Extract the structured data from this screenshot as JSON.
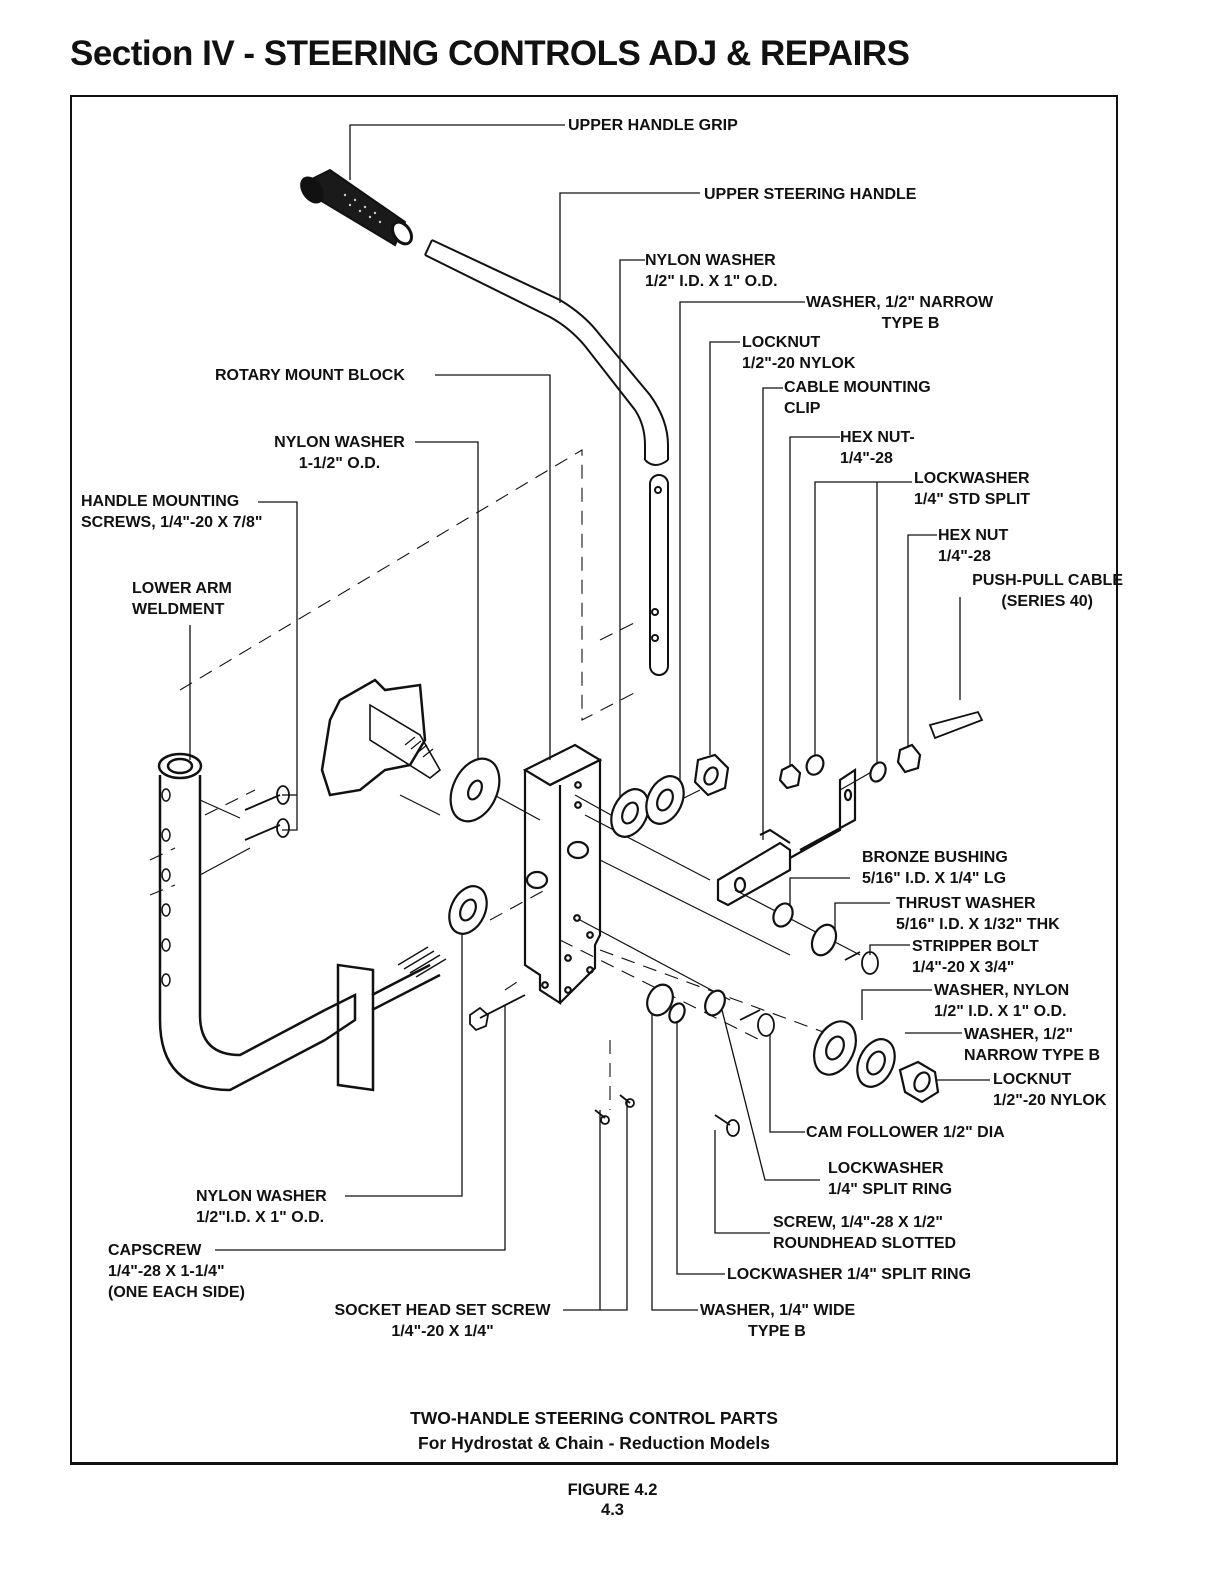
{
  "page": {
    "section_title": "Section IV - STEERING CONTROLS ADJ & REPAIRS",
    "figure_caption": {
      "line1": "TWO-HANDLE STEERING CONTROL PARTS",
      "line2": "For Hydrostat & Chain - Reduction Models"
    },
    "figure_number": "FIGURE 4.2",
    "page_number": "4.3"
  },
  "parts": {
    "upper_handle_grip": {
      "line1": "UPPER HANDLE GRIP"
    },
    "upper_steering_handle": {
      "line1": "UPPER STEERING HANDLE"
    },
    "nylon_washer_top": {
      "line1": "NYLON WASHER",
      "line2": "1/2\" I.D. X 1\" O.D."
    },
    "washer_half_narrow_top": {
      "line1": "WASHER, 1/2\" NARROW",
      "line2": "TYPE B"
    },
    "locknut_top": {
      "line1": "LOCKNUT",
      "line2": "1/2\"-20 NYLOK"
    },
    "cable_mounting_clip": {
      "line1": "CABLE MOUNTING",
      "line2": "CLIP"
    },
    "hex_nut_1": {
      "line1": "HEX NUT-",
      "line2": "1/4\"-28"
    },
    "lockwasher_std_split": {
      "line1": "LOCKWASHER",
      "line2": "1/4\" STD SPLIT"
    },
    "hex_nut_2": {
      "line1": "HEX NUT",
      "line2": "1/4\"-28"
    },
    "push_pull_cable": {
      "line1": "PUSH-PULL CABLE",
      "line2": "(SERIES 40)"
    },
    "rotary_mount_block": {
      "line1": "ROTARY MOUNT BLOCK"
    },
    "nylon_washer_large": {
      "line1": "NYLON WASHER",
      "line2": "1-1/2\" O.D."
    },
    "handle_mounting_screws": {
      "line1": "HANDLE MOUNTING",
      "line2": "SCREWS, 1/4\"-20 X 7/8\""
    },
    "lower_arm_weldment": {
      "line1": "LOWER ARM",
      "line2": "WELDMENT"
    },
    "bronze_bushing": {
      "line1": "BRONZE BUSHING",
      "line2": "5/16\" I.D. X 1/4\" LG"
    },
    "thrust_washer": {
      "line1": "THRUST WASHER",
      "line2": "5/16\" I.D. X 1/32\" THK"
    },
    "stripper_bolt": {
      "line1": "STRIPPER BOLT",
      "line2": "1/4\"-20 X 3/4\""
    },
    "washer_nylon_right": {
      "line1": "WASHER, NYLON",
      "line2": "1/2\" I.D. X 1\" O.D."
    },
    "washer_half_narrow_right": {
      "line1": "WASHER, 1/2\"",
      "line2": "NARROW TYPE B"
    },
    "locknut_right": {
      "line1": "LOCKNUT",
      "line2": "1/2\"-20 NYLOK"
    },
    "cam_follower": {
      "line1": "CAM FOLLOWER 1/2\" DIA"
    },
    "lockwasher_split_ring_1": {
      "line1": "LOCKWASHER",
      "line2": "1/4\" SPLIT RING"
    },
    "screw_roundhead": {
      "line1": "SCREW, 1/4\"-28 X 1/2\"",
      "line2": "ROUNDHEAD SLOTTED"
    },
    "lockwasher_split_ring_2": {
      "line1": "LOCKWASHER 1/4\" SPLIT RING"
    },
    "washer_quarter_wide": {
      "line1": "WASHER, 1/4\" WIDE",
      "line2": "TYPE B"
    },
    "nylon_washer_bottom": {
      "line1": "NYLON WASHER",
      "line2": "1/2\"I.D. X 1\" O.D."
    },
    "capscrew": {
      "line1": "CAPSCREW",
      "line2": "1/4\"-28 X 1-1/4\"",
      "line3": "(ONE EACH SIDE)"
    },
    "socket_head_set_screw": {
      "line1": "SOCKET HEAD SET SCREW",
      "line2": "1/4\"-20 X 1/4\""
    }
  }
}
